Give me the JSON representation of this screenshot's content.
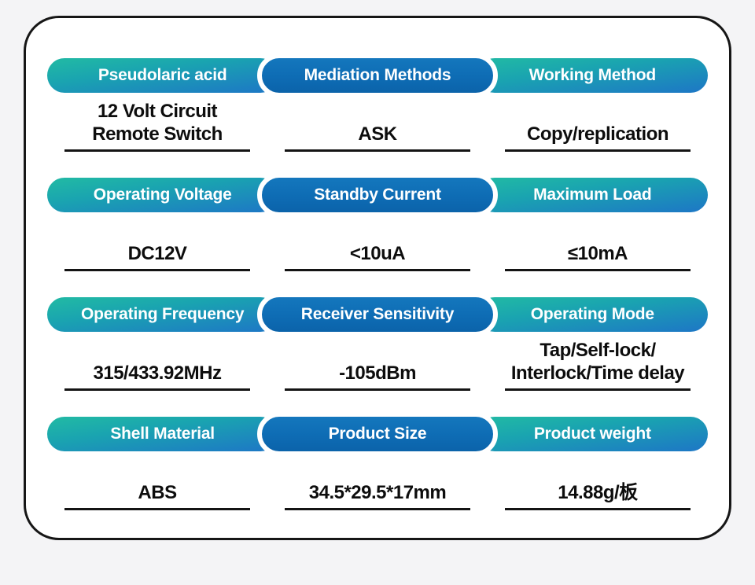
{
  "page": {
    "background_color": "#f4f4f6",
    "card_border_color": "#161616",
    "teal_pill_top_color": "#20b6a6",
    "teal_pill_bottom_color": "#1d7ac4",
    "blue_pill_color": "#0e6cb4",
    "underline_color": "#141414"
  },
  "rows": [
    {
      "headers": [
        {
          "label": "Pseudolaric acid",
          "style": "teal"
        },
        {
          "label": "Mediation Methods",
          "style": "blue"
        },
        {
          "label": "Working Method",
          "style": "teal"
        }
      ],
      "values": [
        {
          "line1": "12 Volt Circuit",
          "line2": "Remote Switch"
        },
        {
          "line1": "ASK"
        },
        {
          "line1": "Copy/replication"
        }
      ]
    },
    {
      "headers": [
        {
          "label": "Operating Voltage",
          "style": "teal"
        },
        {
          "label": "Standby Current",
          "style": "blue"
        },
        {
          "label": "Maximum Load",
          "style": "teal"
        }
      ],
      "values": [
        {
          "line1": "DC12V"
        },
        {
          "line1": "<10uA"
        },
        {
          "line1": "≤10mA"
        }
      ]
    },
    {
      "headers": [
        {
          "label": "Operating Frequency",
          "style": "teal"
        },
        {
          "label": "Receiver Sensitivity",
          "style": "blue"
        },
        {
          "label": "Operating Mode",
          "style": "teal"
        }
      ],
      "values": [
        {
          "line1": "315/433.92MHz"
        },
        {
          "line1": "-105dBm"
        },
        {
          "line1": "Tap/Self-lock/",
          "line2": "Interlock/Time delay"
        }
      ]
    },
    {
      "headers": [
        {
          "label": "Shell Material",
          "style": "teal"
        },
        {
          "label": "Product Size",
          "style": "blue"
        },
        {
          "label": "Product weight",
          "style": "teal"
        }
      ],
      "values": [
        {
          "line1": "ABS"
        },
        {
          "line1": "34.5*29.5*17mm"
        },
        {
          "line1": "14.88g/板"
        }
      ]
    }
  ]
}
